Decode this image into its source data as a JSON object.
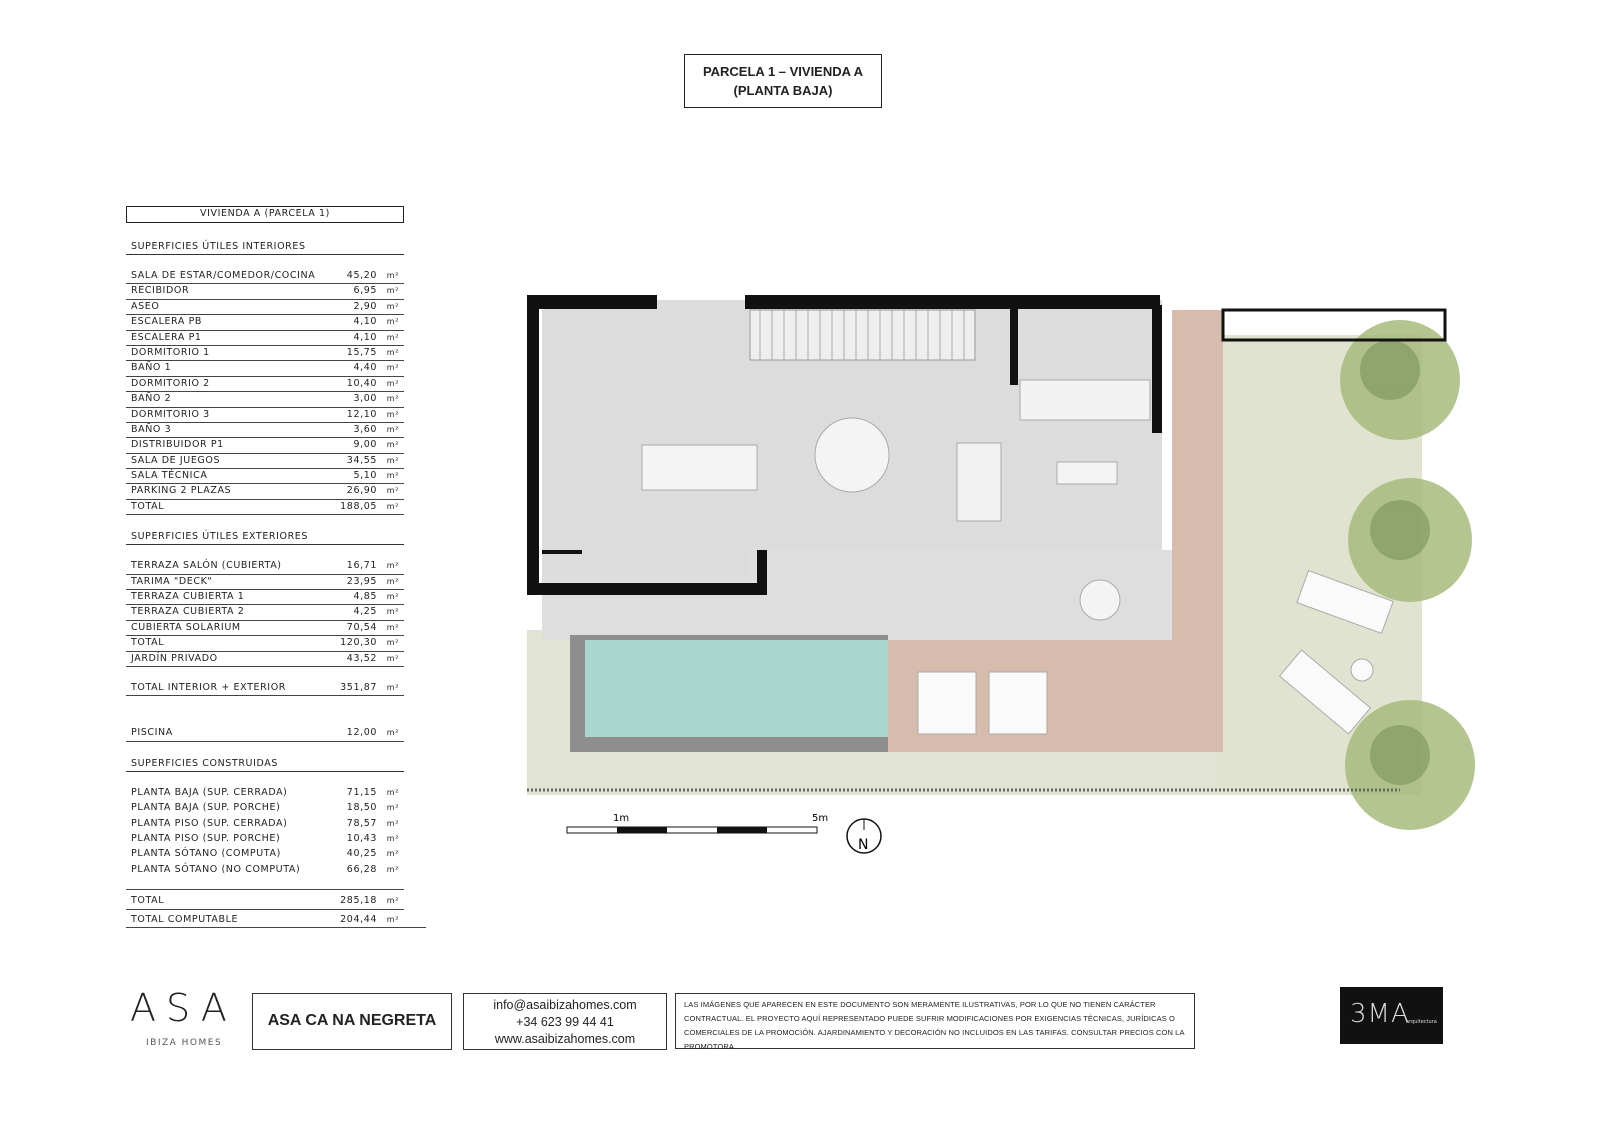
{
  "title": {
    "line1": "PARCELA 1 – VIVIENDA A",
    "line2": "(PLANTA BAJA)"
  },
  "table": {
    "header": "VIVIENDA A (PARCELA 1)",
    "unit": "m²",
    "interiores": {
      "title": "SUPERFICIES ÚTILES INTERIORES",
      "rows": [
        {
          "label": "SALA DE ESTAR/COMEDOR/COCINA",
          "value": "45,20"
        },
        {
          "label": "RECIBIDOR",
          "value": "6,95"
        },
        {
          "label": "ASEO",
          "value": "2,90"
        },
        {
          "label": "ESCALERA PB",
          "value": "4,10"
        },
        {
          "label": "ESCALERA P1",
          "value": "4,10"
        },
        {
          "label": "DORMITORIO 1",
          "value": "15,75"
        },
        {
          "label": "BAÑO 1",
          "value": "4,40"
        },
        {
          "label": "DORMITORIO 2",
          "value": "10,40"
        },
        {
          "label": "BAÑO 2",
          "value": "3,00"
        },
        {
          "label": "DORMITORIO 3",
          "value": "12,10"
        },
        {
          "label": "BAÑO 3",
          "value": "3,60"
        },
        {
          "label": "DISTRIBUIDOR P1",
          "value": "9,00"
        },
        {
          "label": "SALA DE JUEGOS",
          "value": "34,55"
        },
        {
          "label": "SALA TÉCNICA",
          "value": "5,10"
        },
        {
          "label": "PARKING 2 PLAZAS",
          "value": "26,90"
        },
        {
          "label": "TOTAL",
          "value": "188,05"
        }
      ]
    },
    "exteriores": {
      "title": "SUPERFICIES ÚTILES EXTERIORES",
      "rows": [
        {
          "label": "TERRAZA SALÓN (CUBIERTA)",
          "value": "16,71"
        },
        {
          "label": "TARIMA \"DECK\"",
          "value": "23,95"
        },
        {
          "label": "TERRAZA CUBIERTA 1",
          "value": "4,85"
        },
        {
          "label": "TERRAZA CUBIERTA 2",
          "value": "4,25"
        },
        {
          "label": "CUBIERTA SOLARIUM",
          "value": "70,54"
        },
        {
          "label": "TOTAL",
          "value": "120,30"
        },
        {
          "label": "JARDÍN PRIVADO",
          "value": "43,52"
        }
      ]
    },
    "total_int_ext": {
      "label": "TOTAL INTERIOR + EXTERIOR",
      "value": "351,87"
    },
    "piscina": {
      "label": "PISCINA",
      "value": "12,00"
    },
    "construidas": {
      "title": "SUPERFICIES CONSTRUIDAS",
      "rows": [
        {
          "label": "PLANTA BAJA (SUP. CERRADA)",
          "value": "71,15"
        },
        {
          "label": "PLANTA BAJA (SUP. PORCHE)",
          "value": "18,50"
        },
        {
          "label": "PLANTA PISO (SUP. CERRADA)",
          "value": "78,57"
        },
        {
          "label": "PLANTA PISO (SUP. PORCHE)",
          "value": "10,43"
        },
        {
          "label": "PLANTA SÓTANO (COMPUTA)",
          "value": "40,25"
        },
        {
          "label": "PLANTA SÓTANO (NO COMPUTA)",
          "value": "66,28"
        }
      ]
    },
    "total": {
      "label": "TOTAL",
      "value": "285,18"
    },
    "total_computable": {
      "label": "TOTAL COMPUTABLE",
      "value": "204,44"
    }
  },
  "plan": {
    "scale_1": "1m",
    "scale_5": "5m",
    "north": "N",
    "colors": {
      "wall": "#111111",
      "floor": "#dcdcdc",
      "pool": "#a9d7cf",
      "deck": "#d6b8a8",
      "garden": "#dfe3cf",
      "tree": "#a4b97a"
    }
  },
  "footer": {
    "logo": "ASA",
    "logo_sub": "IBIZA HOMES",
    "project": "ASA CA NA NEGRETA",
    "email": "info@asaibizahomes.com",
    "phone": "+34 623 99 44 41",
    "web": "www.asaibizahomes.com",
    "disclaimer": "LAS IMÁGENES QUE APARECEN EN ESTE DOCUMENTO SON MERAMENTE ILUSTRATIVAS, POR LO QUE NO TIENEN CARÁCTER CONTRACTUAL. EL PROYECTO AQUÍ REPRESENTADO PUEDE SUFRIR MODIFICACIONES POR EXIGENCIAS TÉCNICAS, JURÍDICAS O COMERCIALES DE LA PROMOCIÓN. AJARDINAMIENTO Y DECORACIÓN NO INCLUIDOS EN LAS TARIFAS. CONSULTAR PRECIOS CON LA PROMOTORA.",
    "architect_logo": "3MA",
    "architect_sub": "arquitectura"
  }
}
